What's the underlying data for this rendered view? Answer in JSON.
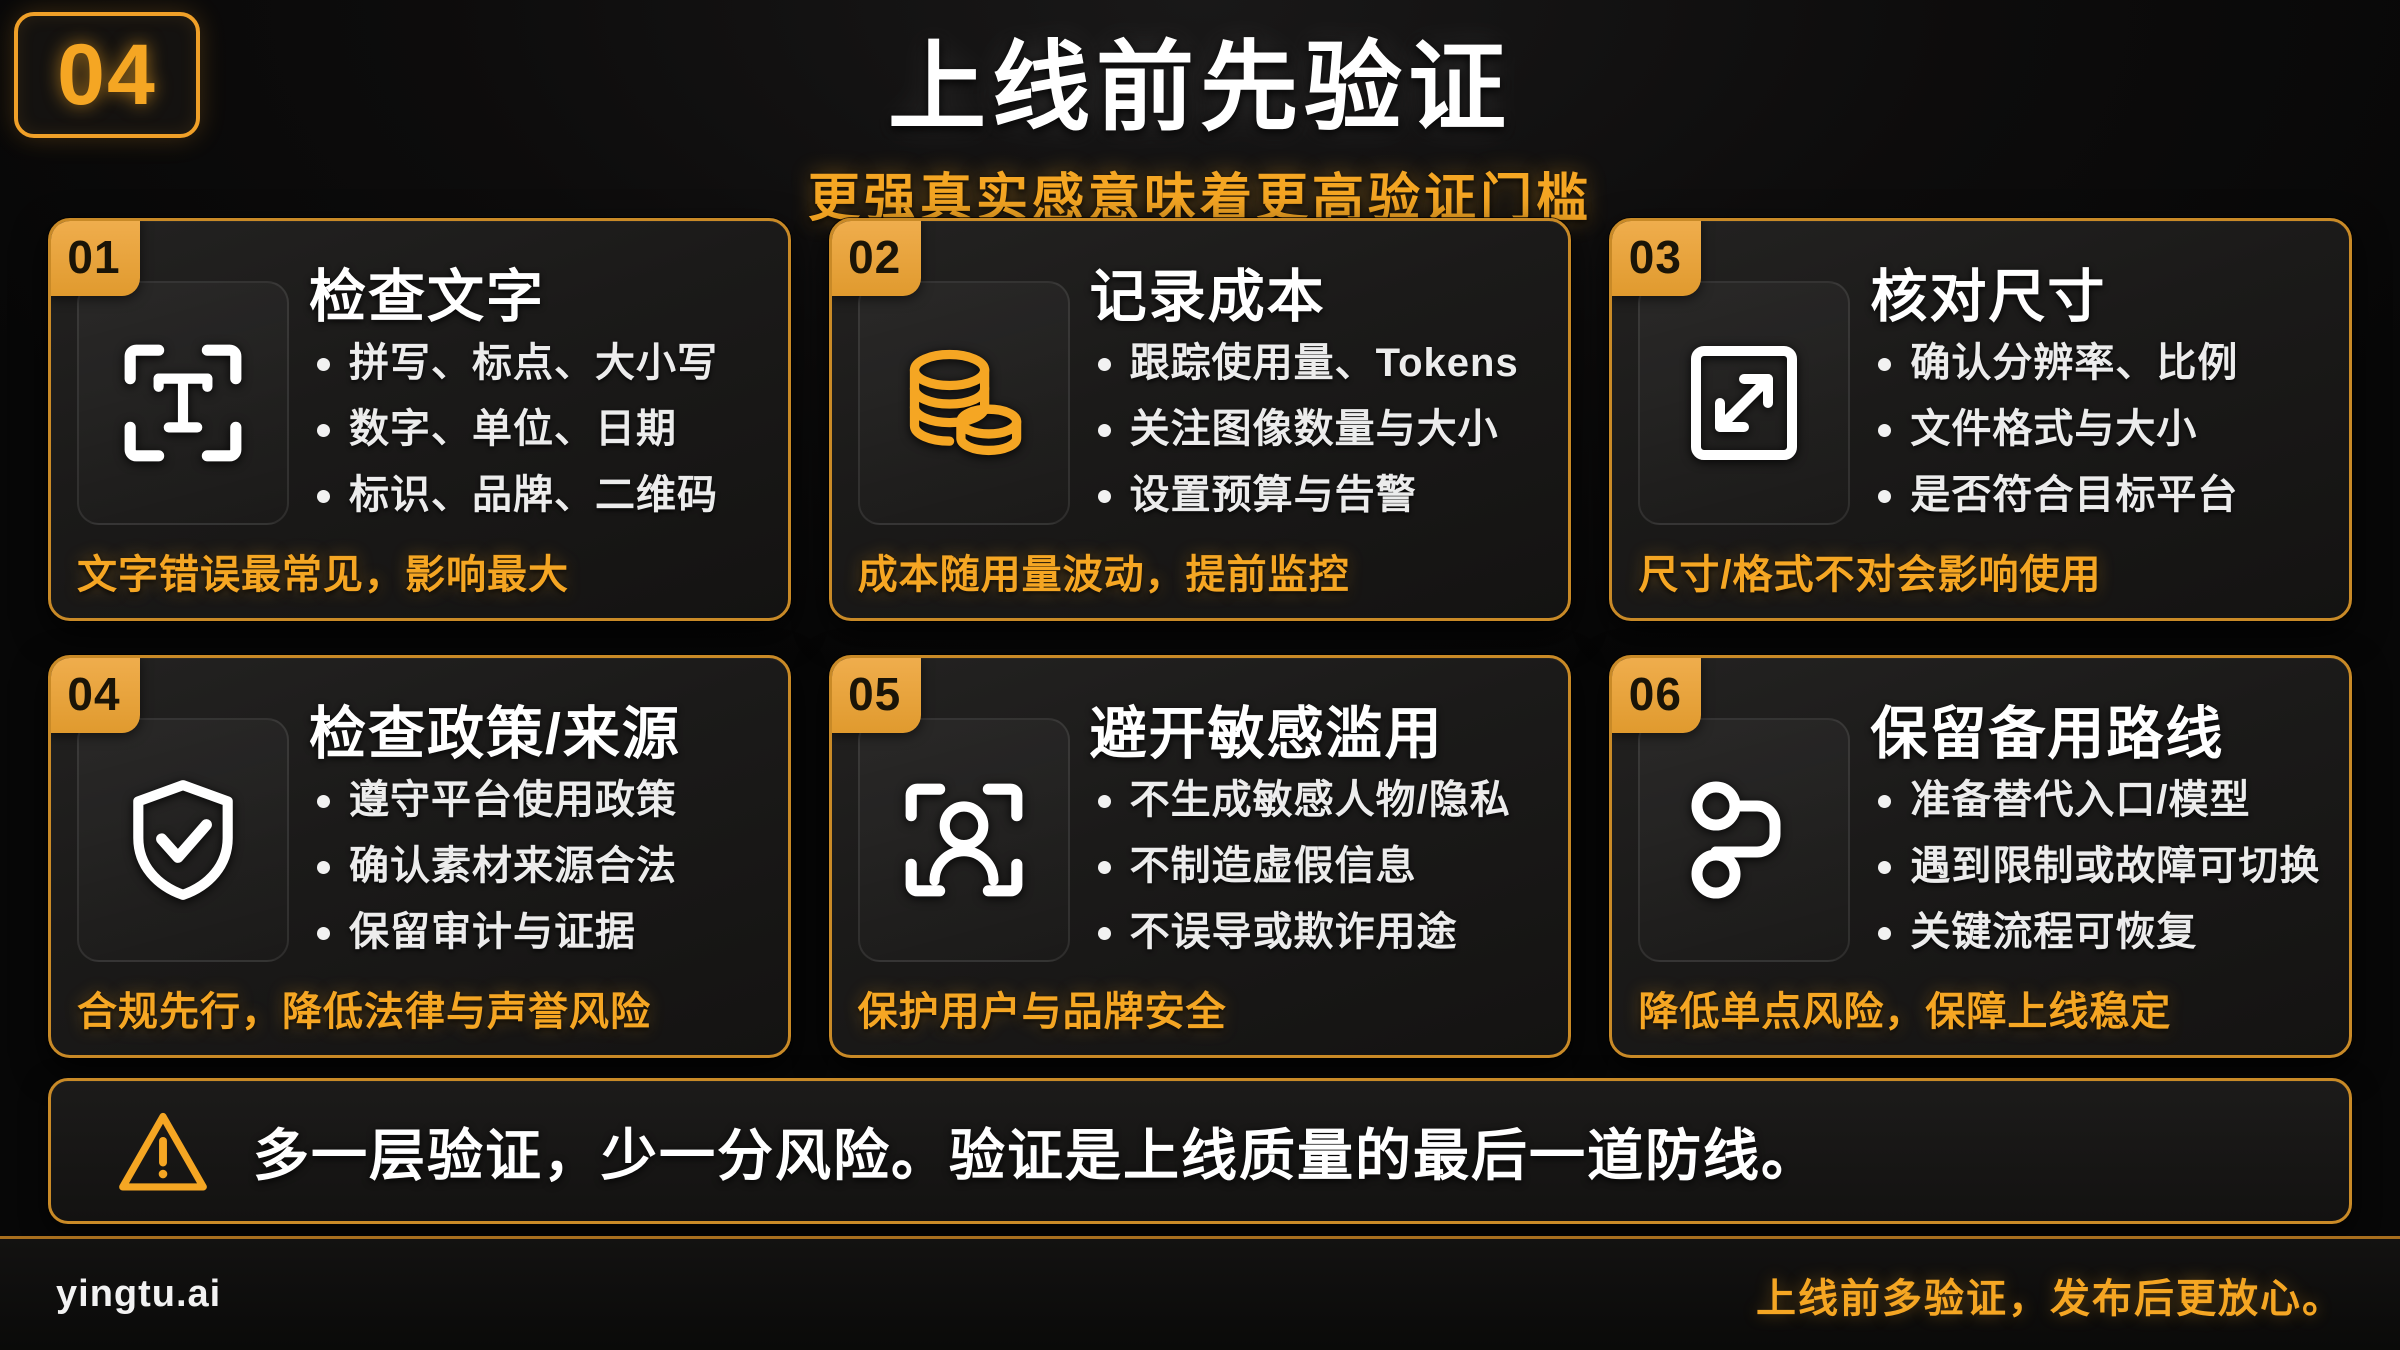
{
  "header": {
    "chapter_number": "04",
    "title": "上线前先验证",
    "subtitle": "更强真实感意味着更高验证门槛"
  },
  "cards": [
    {
      "number": "01",
      "icon": "text-scan-icon",
      "title": "检查文字",
      "bullets": [
        "拼写、标点、大小写",
        "数字、单位、日期",
        "标识、品牌、二维码"
      ],
      "footer": "文字错误最常见，影响最大"
    },
    {
      "number": "02",
      "icon": "coins-stack-icon",
      "title": "记录成本",
      "bullets": [
        "跟踪使用量、Tokens",
        "关注图像数量与大小",
        "设置预算与告警"
      ],
      "footer": "成本随用量波动，提前监控"
    },
    {
      "number": "03",
      "icon": "resize-square-icon",
      "title": "核对尺寸",
      "bullets": [
        "确认分辨率、比例",
        "文件格式与大小",
        "是否符合目标平台"
      ],
      "footer": "尺寸/格式不对会影响使用"
    },
    {
      "number": "04",
      "icon": "shield-check-icon",
      "title": "检查政策/来源",
      "bullets": [
        "遵守平台使用政策",
        "确认素材来源合法",
        "保留审计与证据"
      ],
      "footer": "合规先行，降低法律与声誉风险"
    },
    {
      "number": "05",
      "icon": "person-scan-icon",
      "title": "避开敏感滥用",
      "bullets": [
        "不生成敏感人物/隐私",
        "不制造虚假信息",
        "不误导或欺诈用途"
      ],
      "footer": "保护用户与品牌安全"
    },
    {
      "number": "06",
      "icon": "route-nodes-icon",
      "title": "保留备用路线",
      "bullets": [
        "准备替代入口/模型",
        "遇到限制或故障可切换",
        "关键流程可恢复"
      ],
      "footer": "降低单点风险，保障上线稳定"
    }
  ],
  "banner": {
    "icon": "warning-triangle-icon",
    "text": "多一层验证，少一分风险。验证是上线质量的最后一道防线。"
  },
  "footer": {
    "brand": "yingtu.ai",
    "tagline": "上线前多验证，发布后更放心。"
  },
  "colors": {
    "accent": "#F5A623",
    "badge": "#E09A2E",
    "card_border": "#C98A27",
    "background": "#080808",
    "text": "#FFFFFF"
  }
}
